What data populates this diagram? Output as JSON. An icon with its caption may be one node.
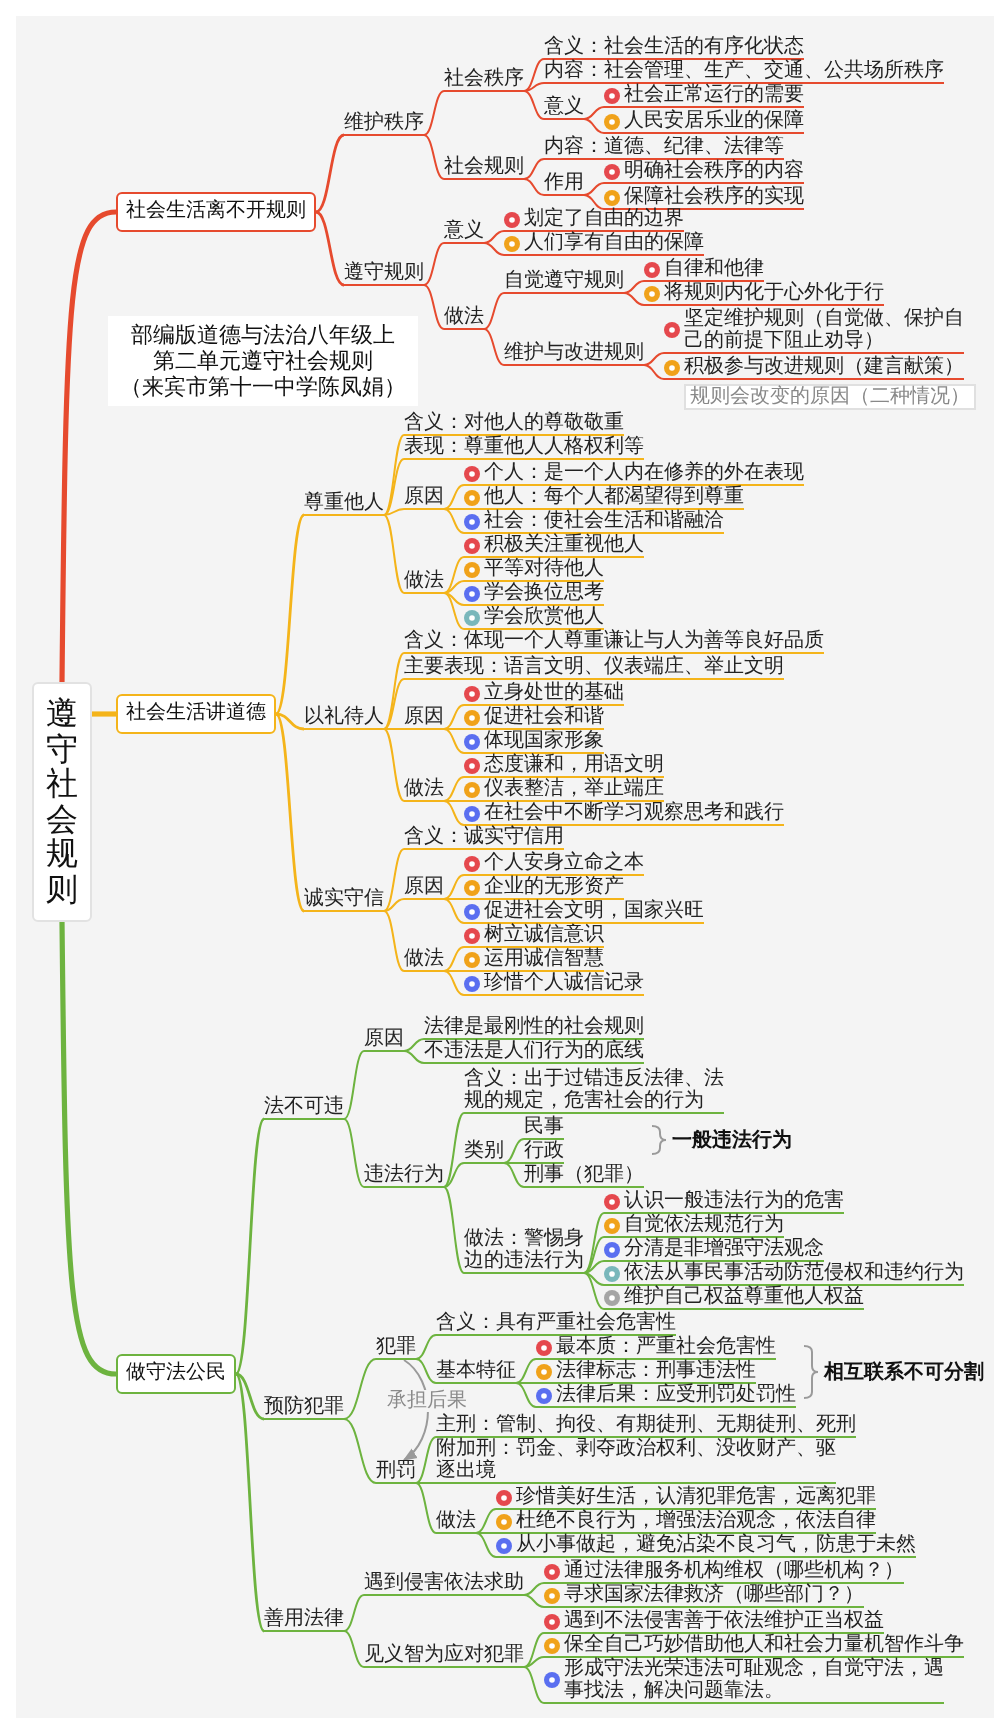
{
  "diagram": {
    "nodes": [
      {
        "text": [
          "遵守社会规则"
        ]
      },
      {
        "text": [
          "社会生活离不开规则"
        ]
      },
      {
        "text": [
          "维护秩序"
        ]
      },
      {
        "text": [
          "社会秩序"
        ]
      },
      {
        "text": [
          "含义：社会生活的有序化状态"
        ]
      },
      {
        "text": [
          "内容：社会管理、生产、交通、公共场所秩序"
        ]
      },
      {
        "text": [
          "意义"
        ]
      },
      {
        "text": [
          "社会正常运行的需要"
        ]
      },
      {
        "text": [
          "人民安居乐业的保障"
        ]
      },
      {
        "text": [
          "社会规则"
        ]
      },
      {
        "text": [
          "内容：道德、纪律、法律等"
        ]
      },
      {
        "text": [
          "作用"
        ]
      },
      {
        "text": [
          "明确社会秩序的内容"
        ]
      },
      {
        "text": [
          "保障社会秩序的实现"
        ]
      },
      {
        "text": [
          "遵守规则"
        ]
      },
      {
        "text": [
          "意义"
        ]
      },
      {
        "text": [
          "划定了自由的边界"
        ]
      },
      {
        "text": [
          "人们享有自由的保障"
        ]
      },
      {
        "text": [
          "做法"
        ]
      },
      {
        "text": [
          "自觉遵守规则"
        ]
      },
      {
        "text": [
          "自律和他律"
        ]
      },
      {
        "text": [
          "将规则内化于心外化于行"
        ]
      },
      {
        "text": [
          "维护与改进规则"
        ]
      },
      {
        "text": [
          "坚定维护规则（自觉做、保护自己的前提下阻止劝导）"
        ]
      },
      {
        "text": [
          "积极参与改进规则（建言献策）"
        ],
        "beside": [
          "规则会改变的原因（二种情况）"
        ]
      },
      {
        "text": [
          "部编版道德与法治八年级上",
          "第二单元遵守社会规则",
          "（来宾市第十一中学陈凤娟）"
        ]
      },
      {
        "text": [
          "社会生活讲道德"
        ]
      },
      {
        "text": [
          "尊重他人"
        ]
      },
      {
        "text": [
          "含义：对他人的尊敬敬重"
        ]
      },
      {
        "text": [
          "表现：尊重他人人格权利等"
        ]
      },
      {
        "text": [
          "原因"
        ]
      },
      {
        "text": [
          "个人：是一个人内在修养的外在表现"
        ]
      },
      {
        "text": [
          "他人：每个人都渴望得到尊重"
        ]
      },
      {
        "text": [
          "社会：使社会生活和谐融洽"
        ]
      },
      {
        "text": [
          "做法"
        ]
      },
      {
        "text": [
          "积极关注重视他人"
        ]
      },
      {
        "text": [
          "平等对待他人"
        ]
      },
      {
        "text": [
          "学会换位思考"
        ]
      },
      {
        "text": [
          "学会欣赏他人"
        ]
      },
      {
        "text": [
          "以礼待人"
        ]
      },
      {
        "text": [
          "含义：体现一个人尊重谦让与人为善等良好品质"
        ]
      },
      {
        "text": [
          "主要表现：语言文明、仪表端庄、举止文明"
        ]
      },
      {
        "text": [
          "原因"
        ]
      },
      {
        "text": [
          "立身处世的基础"
        ]
      },
      {
        "text": [
          "促进社会和谐"
        ]
      },
      {
        "text": [
          "体现国家形象"
        ]
      },
      {
        "text": [
          "做法"
        ]
      },
      {
        "text": [
          "态度谦和，用语文明"
        ]
      },
      {
        "text": [
          "仪表整洁，举止端庄"
        ]
      },
      {
        "text": [
          "在社会中不断学习观察思考和践行"
        ]
      },
      {
        "text": [
          "诚实守信"
        ]
      },
      {
        "text": [
          "含义：诚实守信用"
        ]
      },
      {
        "text": [
          "原因"
        ]
      },
      {
        "text": [
          "个人安身立命之本"
        ]
      },
      {
        "text": [
          "企业的无形资产"
        ]
      },
      {
        "text": [
          "促进社会文明，国家兴旺"
        ]
      },
      {
        "text": [
          "做法"
        ]
      },
      {
        "text": [
          "树立诚信意识"
        ]
      },
      {
        "text": [
          "运用诚信智慧"
        ]
      },
      {
        "text": [
          "珍惜个人诚信记录"
        ]
      },
      {
        "text": [
          "做守法公民"
        ]
      },
      {
        "text": [
          "法不可违"
        ]
      },
      {
        "text": [
          "原因"
        ]
      },
      {
        "text": [
          "法律是最刚性的社会规则"
        ]
      },
      {
        "text": [
          "不违法是人们行为的底线"
        ]
      },
      {
        "text": [
          "违法行为"
        ]
      },
      {
        "text": [
          "含义：出于过错违反法律、法规的规定，危害社会的行为"
        ]
      },
      {
        "text": [
          "类别"
        ]
      },
      {
        "text": [
          "民事"
        ]
      },
      {
        "text": [
          "行政"
        ]
      },
      {
        "text": [
          "刑事（犯罪）"
        ]
      },
      {
        "text": [
          "做法：警惕身边的违法行为"
        ]
      },
      {
        "text": [
          "认识一般违法行为的危害"
        ]
      },
      {
        "text": [
          "自觉依法规范行为"
        ]
      },
      {
        "text": [
          "分清是非增强守法观念"
        ]
      },
      {
        "text": [
          "依法从事民事活动防范侵权和违约行为"
        ]
      },
      {
        "text": [
          "维护自己权益尊重他人权益"
        ]
      },
      {
        "text": [
          "预防犯罪"
        ]
      },
      {
        "text": [
          "犯罪"
        ]
      },
      {
        "text": [
          "含义：具有严重社会危害性"
        ]
      },
      {
        "text": [
          "基本特征"
        ]
      },
      {
        "text": [
          "最本质：严重社会危害性"
        ]
      },
      {
        "text": [
          "法律标志：刑事违法性"
        ]
      },
      {
        "text": [
          "法律后果：应受刑罚处罚性"
        ]
      },
      {
        "text": [
          "刑罚"
        ]
      },
      {
        "text": [
          "主刑：管制、拘役、有期徒刑、无期徒刑、死刑"
        ]
      },
      {
        "text": [
          "附加刑：罚金、剥夺政治权利、没收财产、驱逐出境"
        ]
      },
      {
        "text": [
          "做法"
        ]
      },
      {
        "text": [
          "珍惜美好生活，认清犯罪危害，远离犯罪"
        ]
      },
      {
        "text": [
          "杜绝不良行为，增强法治观念，依法自律"
        ]
      },
      {
        "text": [
          "从小事做起，避免沾染不良习气，防患于未然"
        ]
      },
      {
        "text": [
          "善用法律"
        ]
      },
      {
        "text": [
          "遇到侵害依法求助"
        ]
      },
      {
        "text": [
          "通过法律服务机构维权（哪些机构？）"
        ]
      },
      {
        "text": [
          "寻求国家法律救济（哪些部门？）"
        ]
      },
      {
        "text": [
          "见义智为应对犯罪"
        ]
      },
      {
        "text": [
          "遇到不法侵害善于依法维护正当权益"
        ]
      },
      {
        "text": [
          "保全自己巧妙借助他人和社会力量机智作斗争"
        ]
      },
      {
        "text": [
          "形成守法光荣违法可耻观念，自觉守法，遇事找法，解决问题靠法。"
        ]
      }
    ],
    "edges": [
      {
        "from": 0,
        "to": 1,
        "arrow": "none",
        "style": "thick",
        "color": "#e64a2e"
      },
      {
        "from": 1,
        "to": 2,
        "arrow": "none",
        "color": "#e64a2e"
      },
      {
        "from": 2,
        "to": 3,
        "arrow": "none",
        "color": "#e64a2e"
      },
      {
        "from": 3,
        "to": 4,
        "arrow": "none",
        "color": "#e64a2e"
      },
      {
        "from": 3,
        "to": 5,
        "arrow": "none",
        "color": "#e64a2e"
      },
      {
        "from": 3,
        "to": 6,
        "arrow": "none",
        "color": "#e64a2e"
      },
      {
        "from": 6,
        "to": 7,
        "arrow": "none",
        "color": "#e64a2e"
      },
      {
        "from": 6,
        "to": 8,
        "arrow": "none",
        "color": "#e64a2e"
      },
      {
        "from": 2,
        "to": 9,
        "arrow": "none",
        "color": "#e64a2e"
      },
      {
        "from": 9,
        "to": 10,
        "arrow": "none",
        "color": "#e64a2e"
      },
      {
        "from": 9,
        "to": 11,
        "arrow": "none",
        "color": "#e64a2e"
      },
      {
        "from": 11,
        "to": 12,
        "arrow": "none",
        "color": "#e64a2e"
      },
      {
        "from": 11,
        "to": 13,
        "arrow": "none",
        "color": "#e64a2e"
      },
      {
        "from": 1,
        "to": 14,
        "arrow": "none",
        "color": "#e64a2e"
      },
      {
        "from": 14,
        "to": 15,
        "arrow": "none",
        "color": "#e64a2e"
      },
      {
        "from": 15,
        "to": 16,
        "arrow": "none",
        "color": "#e64a2e"
      },
      {
        "from": 15,
        "to": 17,
        "arrow": "none",
        "color": "#e64a2e"
      },
      {
        "from": 14,
        "to": 18,
        "arrow": "none",
        "color": "#e64a2e"
      },
      {
        "from": 18,
        "to": 19,
        "arrow": "none",
        "color": "#e64a2e"
      },
      {
        "from": 19,
        "to": 20,
        "arrow": "none",
        "color": "#e64a2e"
      },
      {
        "from": 19,
        "to": 21,
        "arrow": "none",
        "color": "#e64a2e"
      },
      {
        "from": 18,
        "to": 22,
        "arrow": "none",
        "color": "#e64a2e"
      },
      {
        "from": 22,
        "to": 23,
        "arrow": "none",
        "color": "#e64a2e"
      },
      {
        "from": 22,
        "to": 24,
        "arrow": "none",
        "color": "#e64a2e"
      },
      {
        "from": 0,
        "to": 26,
        "arrow": "none",
        "style": "thick",
        "color": "#f4b41a"
      },
      {
        "from": 26,
        "to": 27,
        "arrow": "none",
        "color": "#f4b41a"
      },
      {
        "from": 27,
        "to": 28,
        "arrow": "none",
        "color": "#f4b41a"
      },
      {
        "from": 27,
        "to": 29,
        "arrow": "none",
        "color": "#f4b41a"
      },
      {
        "from": 27,
        "to": 30,
        "arrow": "none",
        "color": "#f4b41a"
      },
      {
        "from": 30,
        "to": 31,
        "arrow": "none",
        "color": "#f4b41a"
      },
      {
        "from": 30,
        "to": 32,
        "arrow": "none",
        "color": "#f4b41a"
      },
      {
        "from": 30,
        "to": 33,
        "arrow": "none",
        "color": "#f4b41a"
      },
      {
        "from": 27,
        "to": 34,
        "arrow": "none",
        "color": "#f4b41a"
      },
      {
        "from": 34,
        "to": 35,
        "arrow": "none",
        "color": "#f4b41a"
      },
      {
        "from": 34,
        "to": 36,
        "arrow": "none",
        "color": "#f4b41a"
      },
      {
        "from": 34,
        "to": 37,
        "arrow": "none",
        "color": "#f4b41a"
      },
      {
        "from": 34,
        "to": 38,
        "arrow": "none",
        "color": "#f4b41a"
      },
      {
        "from": 26,
        "to": 39,
        "arrow": "none",
        "color": "#f4b41a"
      },
      {
        "from": 39,
        "to": 40,
        "arrow": "none",
        "color": "#f4b41a"
      },
      {
        "from": 39,
        "to": 41,
        "arrow": "none",
        "color": "#f4b41a"
      },
      {
        "from": 39,
        "to": 42,
        "arrow": "none",
        "color": "#f4b41a"
      },
      {
        "from": 42,
        "to": 43,
        "arrow": "none",
        "color": "#f4b41a"
      },
      {
        "from": 42,
        "to": 44,
        "arrow": "none",
        "color": "#f4b41a"
      },
      {
        "from": 42,
        "to": 45,
        "arrow": "none",
        "color": "#f4b41a"
      },
      {
        "from": 39,
        "to": 46,
        "arrow": "none",
        "color": "#f4b41a"
      },
      {
        "from": 46,
        "to": 47,
        "arrow": "none",
        "color": "#f4b41a"
      },
      {
        "from": 46,
        "to": 48,
        "arrow": "none",
        "color": "#f4b41a"
      },
      {
        "from": 46,
        "to": 49,
        "arrow": "none",
        "color": "#f4b41a"
      },
      {
        "from": 26,
        "to": 50,
        "arrow": "none",
        "color": "#f4b41a"
      },
      {
        "from": 50,
        "to": 51,
        "arrow": "none",
        "color": "#f4b41a"
      },
      {
        "from": 50,
        "to": 52,
        "arrow": "none",
        "color": "#f4b41a"
      },
      {
        "from": 52,
        "to": 53,
        "arrow": "none",
        "color": "#f4b41a"
      },
      {
        "from": 52,
        "to": 54,
        "arrow": "none",
        "color": "#f4b41a"
      },
      {
        "from": 52,
        "to": 55,
        "arrow": "none",
        "color": "#f4b41a"
      },
      {
        "from": 50,
        "to": 56,
        "arrow": "none",
        "color": "#f4b41a"
      },
      {
        "from": 56,
        "to": 57,
        "arrow": "none",
        "color": "#f4b41a"
      },
      {
        "from": 56,
        "to": 58,
        "arrow": "none",
        "color": "#f4b41a"
      },
      {
        "from": 56,
        "to": 59,
        "arrow": "none",
        "color": "#f4b41a"
      },
      {
        "from": 0,
        "to": 60,
        "arrow": "none",
        "style": "thick"
      },
      {
        "from": 60,
        "to": 61,
        "arrow": "none"
      },
      {
        "from": 61,
        "to": 62,
        "arrow": "none"
      },
      {
        "from": 62,
        "to": 63,
        "arrow": "none"
      },
      {
        "from": 62,
        "to": 64,
        "arrow": "none"
      },
      {
        "from": 61,
        "to": 65,
        "arrow": "none"
      },
      {
        "from": 65,
        "to": 66,
        "arrow": "none"
      },
      {
        "from": 65,
        "to": 67,
        "arrow": "none"
      },
      {
        "from": 67,
        "to": 68,
        "arrow": "none"
      },
      {
        "from": 67,
        "to": 69,
        "arrow": "none"
      },
      {
        "from": 67,
        "to": 70,
        "arrow": "none"
      },
      {
        "from": 65,
        "to": 71,
        "arrow": "none"
      },
      {
        "from": 71,
        "to": 72,
        "arrow": "none"
      },
      {
        "from": 71,
        "to": 73,
        "arrow": "none"
      },
      {
        "from": 71,
        "to": 74,
        "arrow": "none"
      },
      {
        "from": 71,
        "to": 75,
        "arrow": "none"
      },
      {
        "from": 71,
        "to": 76,
        "arrow": "none"
      },
      {
        "from": 60,
        "to": 77,
        "arrow": "none"
      },
      {
        "from": 77,
        "to": 78,
        "arrow": "none"
      },
      {
        "from": 78,
        "to": 79,
        "arrow": "none"
      },
      {
        "from": 78,
        "to": 80,
        "arrow": "none"
      },
      {
        "from": 80,
        "to": 81,
        "arrow": "none"
      },
      {
        "from": 80,
        "to": 82,
        "arrow": "none"
      },
      {
        "from": 80,
        "to": 83,
        "arrow": "none"
      },
      {
        "from": 77,
        "to": 84,
        "arrow": "none"
      },
      {
        "from": 84,
        "to": 85,
        "arrow": "none"
      },
      {
        "from": 84,
        "to": 86,
        "arrow": "none"
      },
      {
        "from": 84,
        "to": 87,
        "arrow": "none"
      },
      {
        "from": 87,
        "to": 88,
        "arrow": "none"
      },
      {
        "from": 87,
        "to": 89,
        "arrow": "none"
      },
      {
        "from": 87,
        "to": 90,
        "arrow": "none"
      },
      {
        "from": 60,
        "to": 91,
        "arrow": "none"
      },
      {
        "from": 91,
        "to": 92,
        "arrow": "none"
      },
      {
        "from": 92,
        "to": 93,
        "arrow": "none"
      },
      {
        "from": 92,
        "to": 94,
        "arrow": "none"
      },
      {
        "from": 91,
        "to": 95,
        "arrow": "none"
      },
      {
        "from": 95,
        "to": 96,
        "arrow": "none"
      },
      {
        "from": 95,
        "to": 97,
        "arrow": "none"
      },
      {
        "from": 95,
        "to": 98,
        "arrow": "none"
      },
      {
        "from": 78,
        "to": 84,
        "arrow": "to",
        "label": "承担后果",
        "color": "#9a9a9a"
      }
    ],
    "labels": [
      "一般违法行为",
      "相互联系不可分割"
    ]
  }
}
